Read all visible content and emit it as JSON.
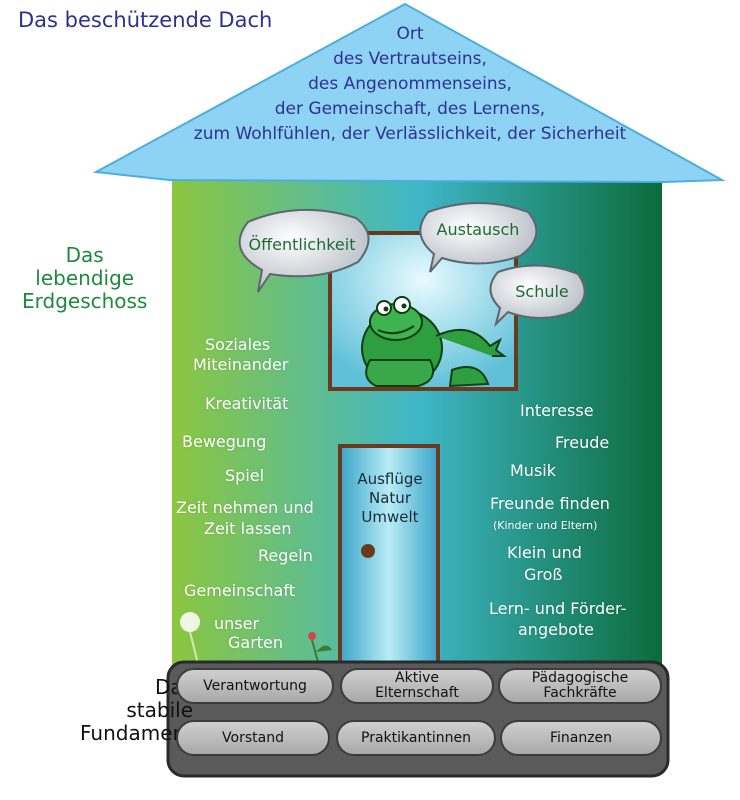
{
  "roof": {
    "title": "Das beschützende Dach",
    "lines": [
      "Ort",
      "des Vertrautseins,",
      "des Angenommenseins,",
      "der Gemeinschaft, des Lernens,",
      "zum Wohlfühlen, der Verlässlichkeit, der Sicherheit"
    ]
  },
  "floor": {
    "title_lines": [
      "Das",
      "lebendige",
      "Erdgeschoss"
    ],
    "bubbles": [
      "Öffentlichkeit",
      "Austausch",
      "Schule"
    ],
    "left_items": [
      "Soziales",
      "Miteinander",
      "Kreativität",
      "Bewegung",
      "Spiel",
      "Zeit nehmen und",
      "Zeit lassen",
      "Regeln",
      "Gemeinschaft",
      "unser",
      "Garten"
    ],
    "right_items": [
      "Interesse",
      "Freude",
      "Musik",
      "Freunde finden",
      "(Kinder und Eltern)",
      "Klein und",
      "Groß",
      "Lern- und Förder-",
      "angebote"
    ],
    "door_lines": [
      "Ausflüge",
      "Natur",
      "Umwelt"
    ]
  },
  "foundation": {
    "title_lines": [
      "Das",
      "stabile",
      "Fundament"
    ],
    "stones": [
      [
        "Verantwortung"
      ],
      [
        "Aktive",
        "Elternschaft"
      ],
      [
        "Pädagogische",
        "Fachkräfte"
      ],
      [
        "Vorstand"
      ],
      [
        "Praktikantinnen"
      ],
      [
        "Finanzen"
      ]
    ]
  },
  "colors": {
    "roof_fill": "#8fd3f4",
    "roof_text": "#2e3192",
    "wall_left": "#8cc63f",
    "wall_mid": "#29abe2",
    "wall_right": "#0b6b3a",
    "door": "#5ec3e0",
    "frame": "#6b3a1e",
    "frog": "#2e9e3f",
    "foundation": "#5a5a5a"
  }
}
